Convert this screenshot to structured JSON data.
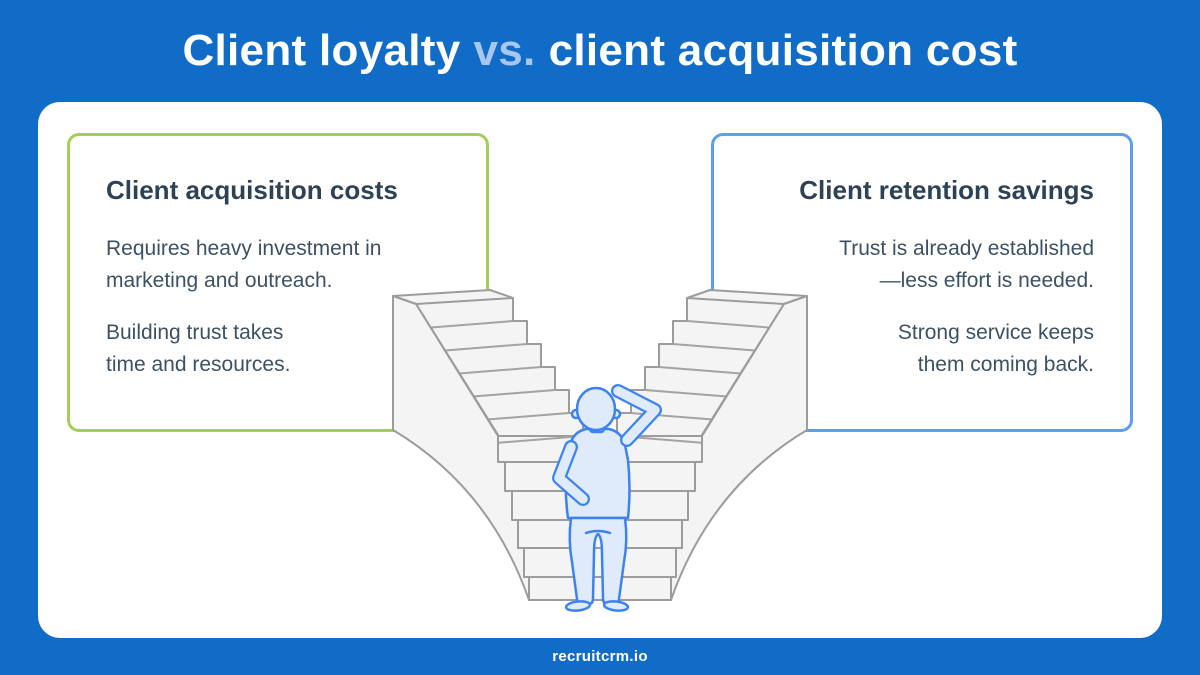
{
  "header": {
    "title_left": "Client loyalty",
    "title_vs": "vs.",
    "title_right": "client acquisition cost"
  },
  "cards": {
    "left": {
      "title": "Client acquisition costs",
      "paragraphs": [
        "Requires heavy investment in\nmarketing and outreach.",
        "Building trust takes\ntime and resources."
      ],
      "border_color": "#A5CE58"
    },
    "right": {
      "title": "Client retention savings",
      "paragraphs": [
        "Trust is already established\n—less effort is needed.",
        "Strong service keeps\nthem coming back."
      ],
      "border_color": "#5F9EED"
    }
  },
  "illustration": {
    "name": "person-at-diverging-staircases",
    "stair_fill": "#F4F4F4",
    "stair_stroke": "#9C9C9C",
    "person_fill": "#DFEAFB",
    "person_stroke": "#3C82F0"
  },
  "colors": {
    "background": "#116CC8",
    "vs_text": "#A9C7EE",
    "heading_text": "#2D4254",
    "body_text": "#3C5165",
    "card_background": "#FFFFFF"
  },
  "footer": {
    "brand": "recruitcrm.io"
  }
}
